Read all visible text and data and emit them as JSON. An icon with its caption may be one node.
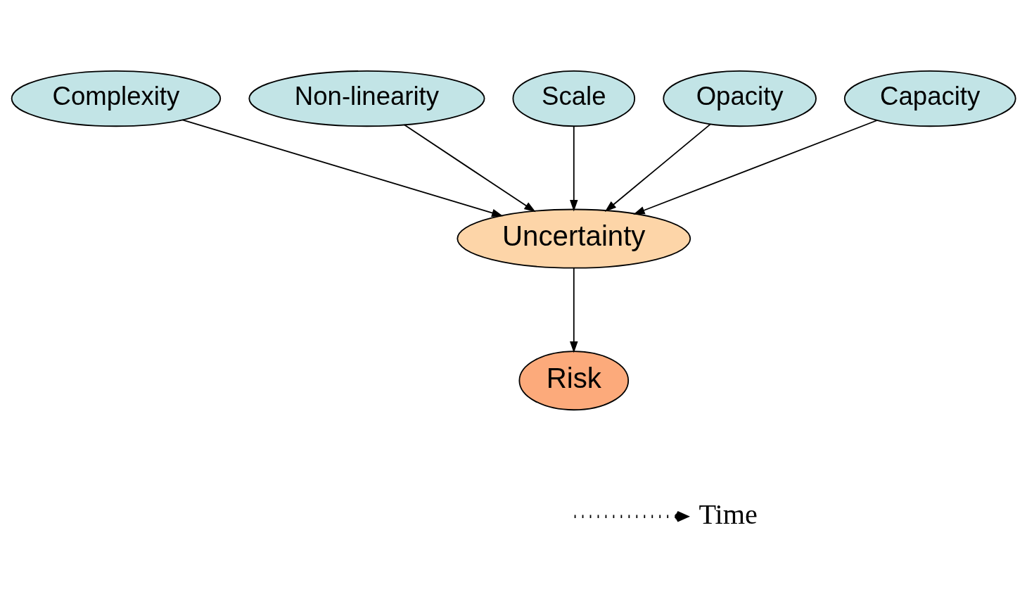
{
  "diagram": {
    "nodes": [
      {
        "text": [
          "Complexity"
        ]
      },
      {
        "text": [
          "Non-linearity"
        ]
      },
      {
        "text": [
          "Scale"
        ]
      },
      {
        "text": [
          "Opacity"
        ]
      },
      {
        "text": [
          "Capacity"
        ]
      },
      {
        "text": [
          "Uncertainty"
        ]
      },
      {
        "text": [
          "Risk"
        ]
      },
      {
        "text": [
          "Time"
        ]
      }
    ],
    "edges": [
      {
        "from": 0,
        "to": 5,
        "arrow": "to"
      },
      {
        "from": 1,
        "to": 5,
        "arrow": "to"
      },
      {
        "from": 2,
        "to": 5,
        "arrow": "to"
      },
      {
        "from": 3,
        "to": 5,
        "arrow": "to"
      },
      {
        "from": 4,
        "to": 5,
        "arrow": "to"
      },
      {
        "from": 5,
        "to": 6,
        "arrow": "to"
      },
      {
        "from": null,
        "to": 7,
        "arrow": "to",
        "style": "dashed"
      }
    ]
  }
}
